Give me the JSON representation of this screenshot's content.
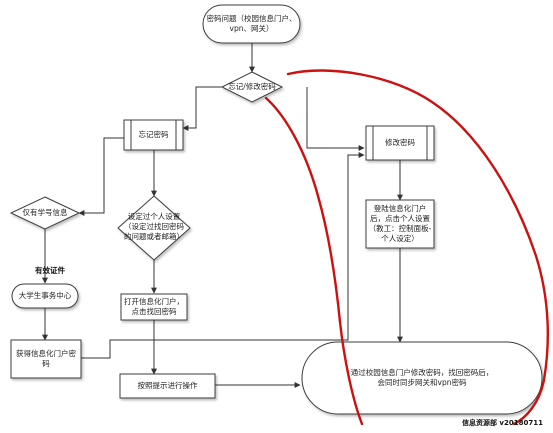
{
  "nodes": {
    "start": "密码问题（校园信息门户、\nvpn、网关）",
    "forgot_or_change": "忘记/修改密码",
    "forgot_password": "忘记密码",
    "change_password": "修改密码",
    "set_personal_settings": "设定过个人设置\n（设定过找回密码\n的问题或者邮箱）",
    "login_portal_settings": "登陆信息化门户\n后，点击个人设置\n（教工：控制面板-\n个人设定）",
    "student_id_only": "仅有学号信息",
    "student_affairs_center": "大学生事务中心",
    "get_portal_password": "获得信息化门户密\n码",
    "open_portal_find_password": "打开信息化门户，\n点击找回密码",
    "follow_prompts": "按照提示进行操作",
    "end": "通过校园信息门户修改密码，找回密码后，\n会同时同步网关和vpn密码"
  },
  "edge_labels": {
    "valid_id": "有效证件"
  },
  "footer": {
    "credit": "信息资源部 v20180711"
  },
  "colors": {
    "node_fill": "#ffffff",
    "node_stroke": "#3d3d3d",
    "annotation_red": "#cc1111"
  }
}
